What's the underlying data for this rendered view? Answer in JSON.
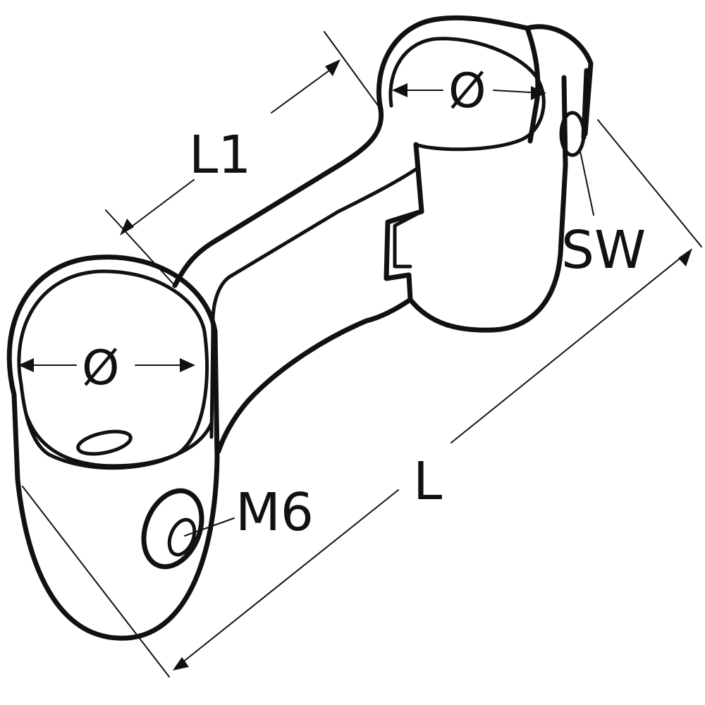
{
  "labels": {
    "diameter_large": "Ø",
    "diameter_small": "Ø",
    "length_l1": "L1",
    "length_l": "L",
    "thread": "M6",
    "wrench_size": "SW"
  },
  "colors": {
    "stroke": "#111111",
    "background": "#ffffff"
  }
}
